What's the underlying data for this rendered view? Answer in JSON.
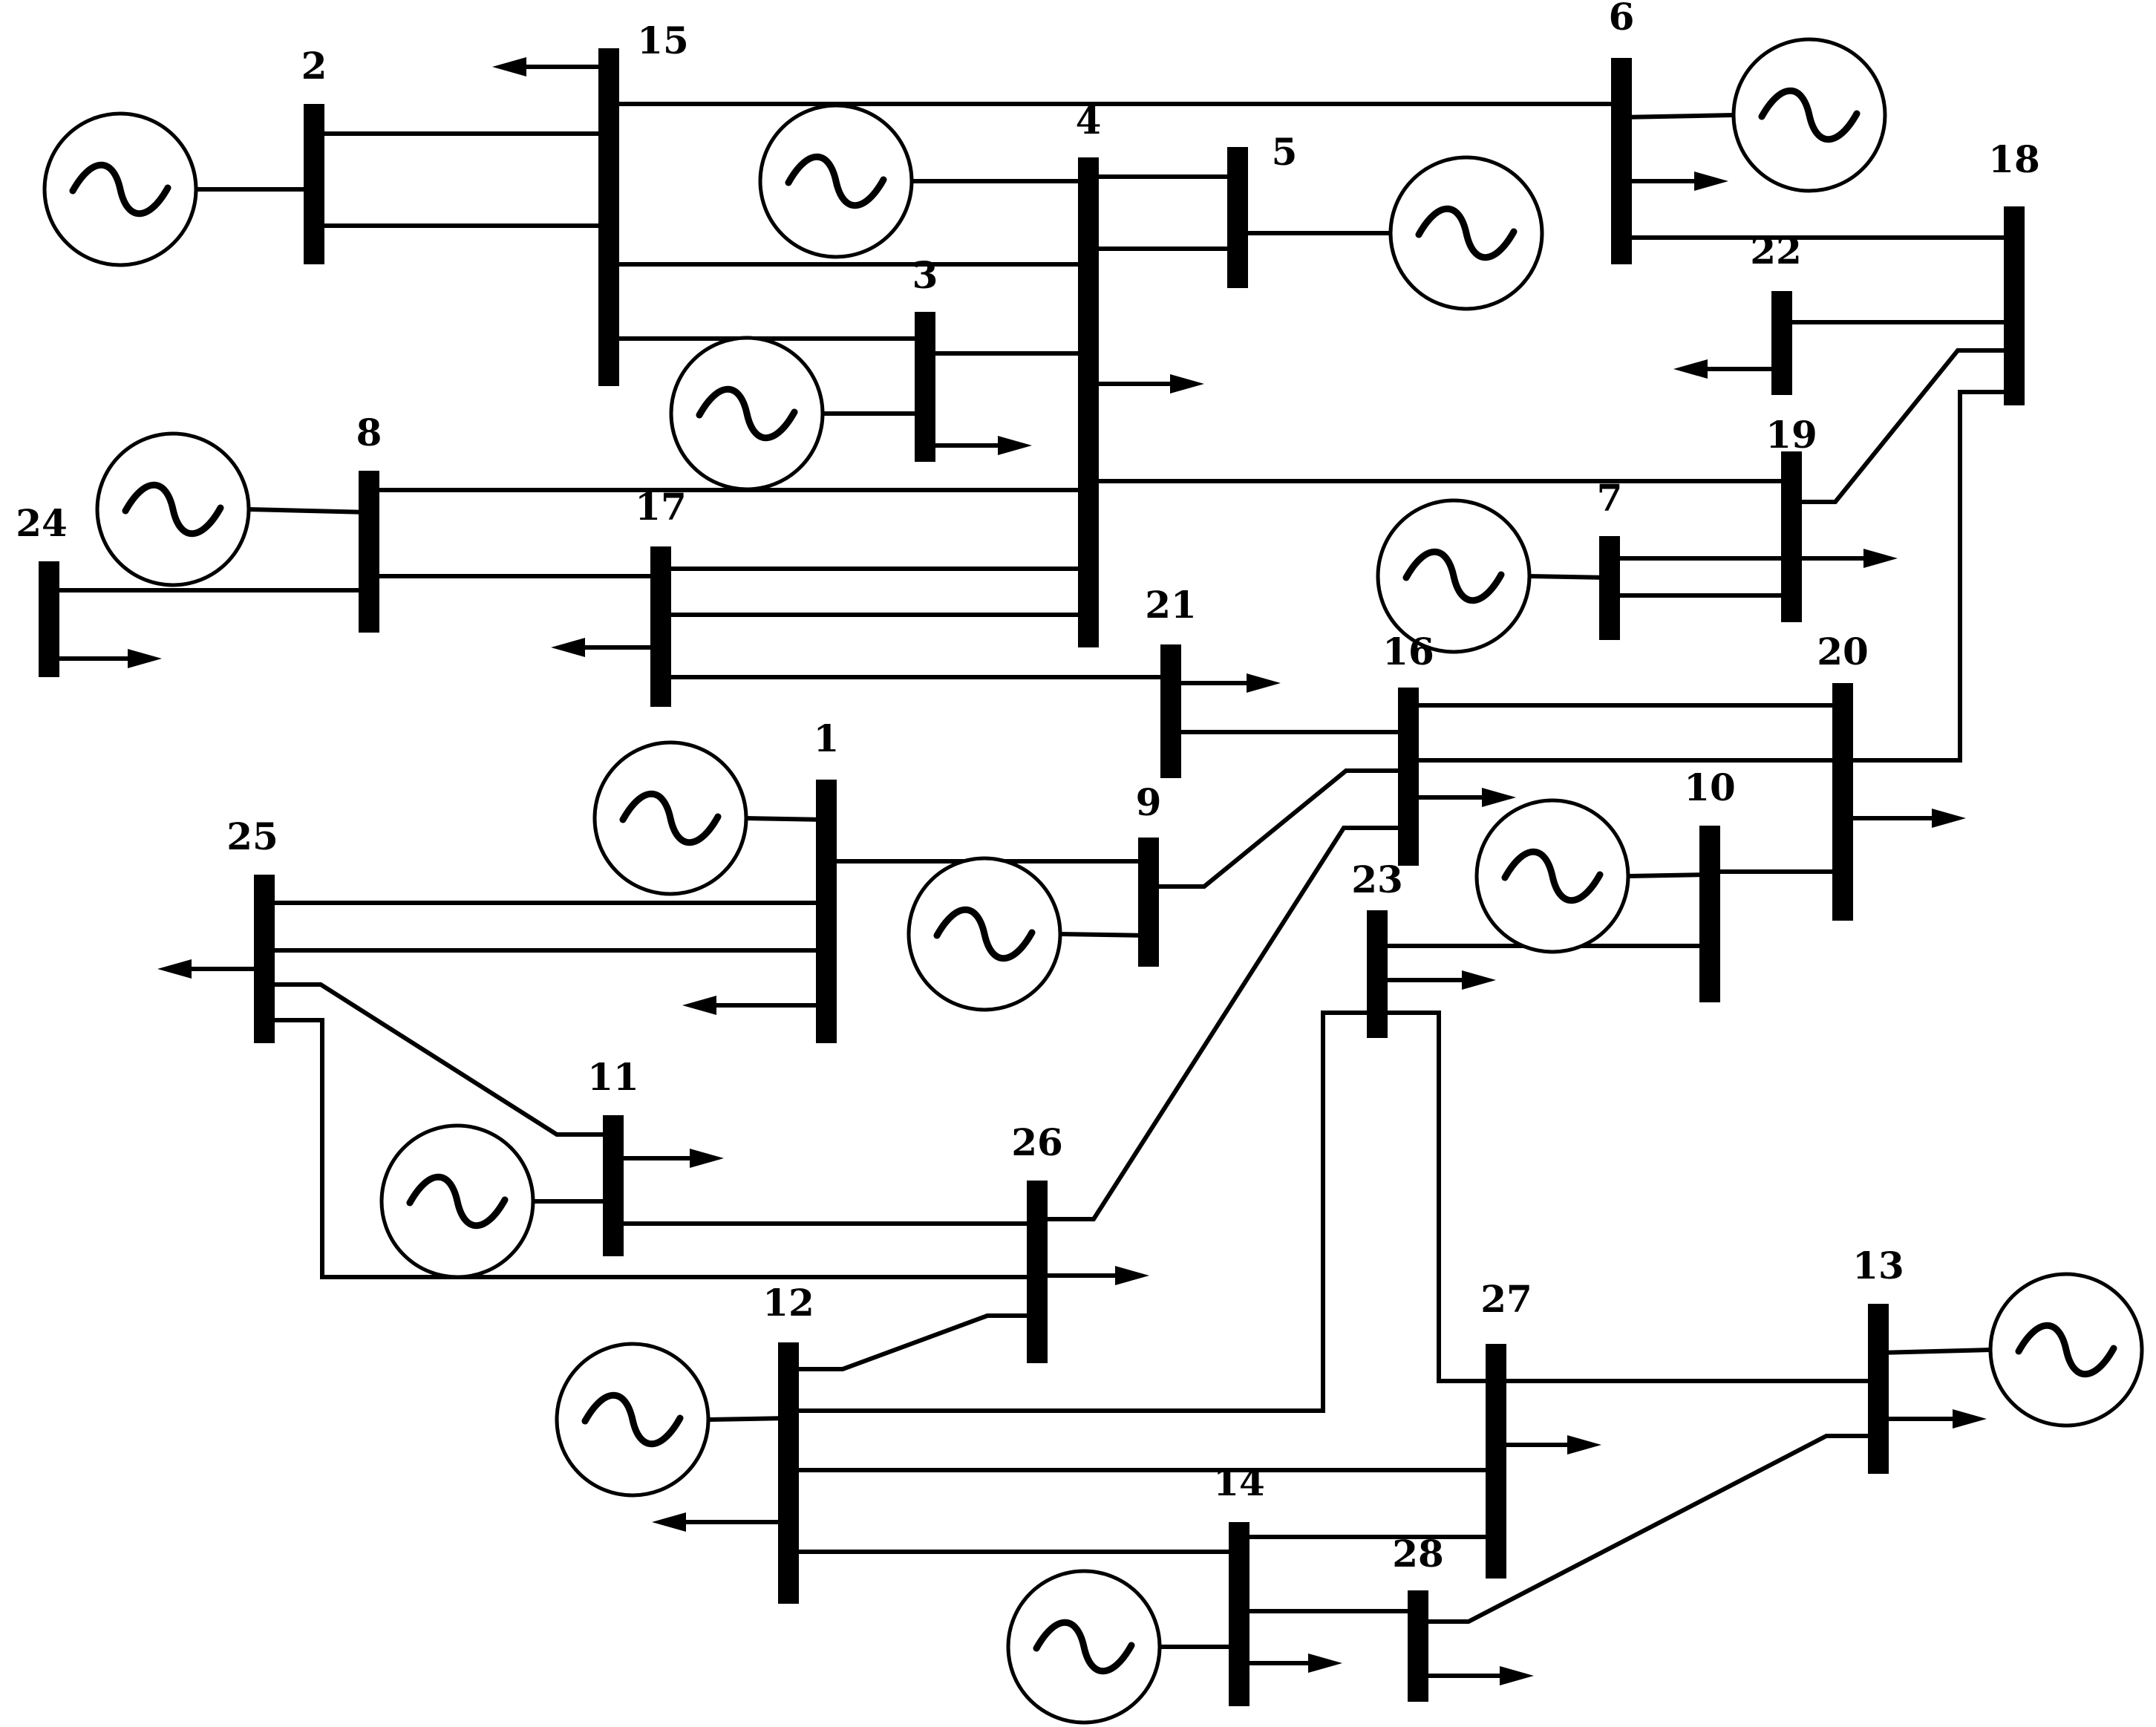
{
  "diagram": {
    "buses": [
      {
        "id": "1",
        "label": "1"
      },
      {
        "id": "2",
        "label": "2"
      },
      {
        "id": "3",
        "label": "3"
      },
      {
        "id": "4",
        "label": "4"
      },
      {
        "id": "5",
        "label": "5"
      },
      {
        "id": "6",
        "label": "6"
      },
      {
        "id": "7",
        "label": "7"
      },
      {
        "id": "8",
        "label": "8"
      },
      {
        "id": "9",
        "label": "9"
      },
      {
        "id": "10",
        "label": "10"
      },
      {
        "id": "11",
        "label": "11"
      },
      {
        "id": "12",
        "label": "12"
      },
      {
        "id": "13",
        "label": "13"
      },
      {
        "id": "14",
        "label": "14"
      },
      {
        "id": "15",
        "label": "15"
      },
      {
        "id": "16",
        "label": "16"
      },
      {
        "id": "17",
        "label": "17"
      },
      {
        "id": "18",
        "label": "18"
      },
      {
        "id": "19",
        "label": "19"
      },
      {
        "id": "20",
        "label": "20"
      },
      {
        "id": "21",
        "label": "21"
      },
      {
        "id": "22",
        "label": "22"
      },
      {
        "id": "23",
        "label": "23"
      },
      {
        "id": "24",
        "label": "24"
      },
      {
        "id": "25",
        "label": "25"
      },
      {
        "id": "26",
        "label": "26"
      },
      {
        "id": "27",
        "label": "27"
      },
      {
        "id": "28",
        "label": "28"
      }
    ],
    "generators": [
      "1",
      "2",
      "3",
      "4",
      "5",
      "6",
      "7",
      "8",
      "9",
      "10",
      "11",
      "12",
      "13",
      "14"
    ],
    "loads": [
      "1",
      "3",
      "4",
      "6",
      "11",
      "12",
      "13",
      "14",
      "15",
      "16",
      "17",
      "19",
      "20",
      "21",
      "22",
      "23",
      "24",
      "25",
      "26",
      "27",
      "28"
    ],
    "lines": [
      [
        "2",
        "15"
      ],
      [
        "2",
        "15"
      ],
      [
        "15",
        "6"
      ],
      [
        "15",
        "4"
      ],
      [
        "15",
        "3"
      ],
      [
        "3",
        "4"
      ],
      [
        "4",
        "5"
      ],
      [
        "4",
        "5"
      ],
      [
        "4",
        "19"
      ],
      [
        "8",
        "4"
      ],
      [
        "17",
        "4"
      ],
      [
        "17",
        "4"
      ],
      [
        "8",
        "17"
      ],
      [
        "8",
        "24"
      ],
      [
        "17",
        "21"
      ],
      [
        "6",
        "18"
      ],
      [
        "22",
        "18"
      ],
      [
        "19",
        "18"
      ],
      [
        "7",
        "19"
      ],
      [
        "7",
        "19"
      ],
      [
        "21",
        "16"
      ],
      [
        "16",
        "20"
      ],
      [
        "16",
        "20"
      ],
      [
        "20",
        "18"
      ],
      [
        "9",
        "16"
      ],
      [
        "26",
        "16"
      ],
      [
        "10",
        "20"
      ],
      [
        "23",
        "10"
      ],
      [
        "1",
        "9"
      ],
      [
        "25",
        "1"
      ],
      [
        "25",
        "1"
      ],
      [
        "25",
        "11"
      ],
      [
        "25",
        "26"
      ],
      [
        "11",
        "26"
      ],
      [
        "12",
        "26"
      ],
      [
        "12",
        "23"
      ],
      [
        "23",
        "27"
      ],
      [
        "12",
        "27"
      ],
      [
        "14",
        "27"
      ],
      [
        "12",
        "14"
      ],
      [
        "27",
        "13"
      ],
      [
        "14",
        "28"
      ],
      [
        "28",
        "13"
      ]
    ]
  }
}
